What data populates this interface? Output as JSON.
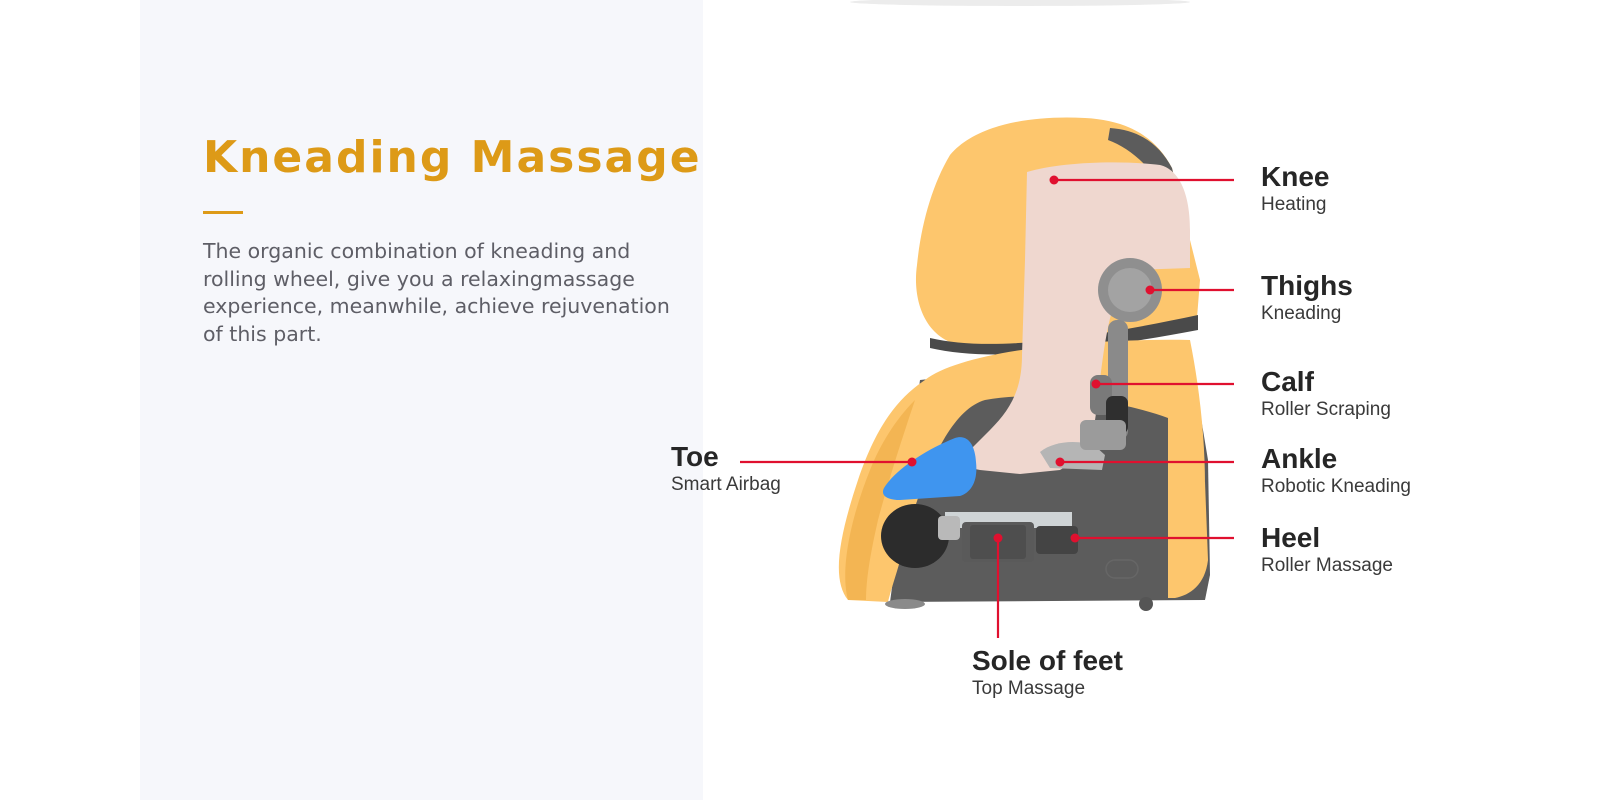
{
  "feature": {
    "title": "Kneading Massage",
    "description": "The organic combination of kneading and rolling wheel, give you a relaxingmassage experience, meanwhile, achieve rejuvenation of this part.",
    "accent_color": "#dd9a17",
    "callout_color": "#e0102f"
  },
  "callouts": [
    {
      "part": "Knee",
      "function": "Heating"
    },
    {
      "part": "Thighs",
      "function": "Kneading"
    },
    {
      "part": "Calf",
      "function": "Roller Scraping"
    },
    {
      "part": "Ankle",
      "function": "Robotic Kneading"
    },
    {
      "part": "Heel",
      "function": "Roller Massage"
    },
    {
      "part": "Toe",
      "function": "Smart Airbag"
    },
    {
      "part": "Sole of feet",
      "function": "Top Massage"
    }
  ]
}
